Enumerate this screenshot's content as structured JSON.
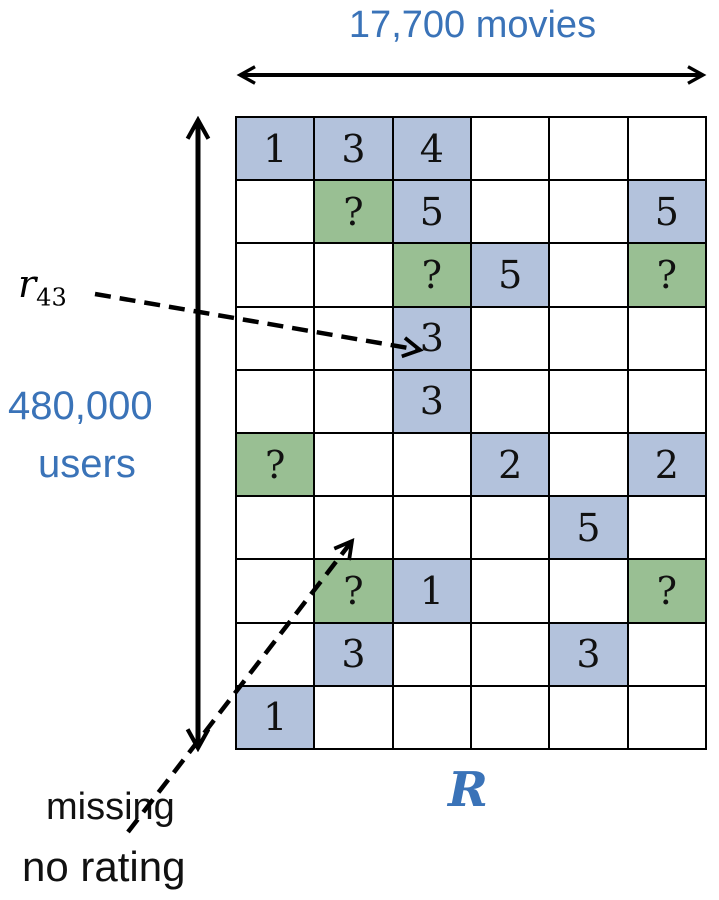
{
  "labels": {
    "columns": "17,700 movies",
    "rows_line1": "480,000",
    "rows_line2": "users",
    "matrix": "R",
    "entry_symbol": "r",
    "entry_subscript": "43",
    "missing_line1": "missing",
    "missing_line2": "no rating"
  },
  "colors": {
    "rated_fill": "#b3c2dc",
    "missing_fill": "#99bf93",
    "empty_fill": "#ffffff",
    "label_blue": "#3a73b8"
  },
  "matrix": {
    "rows": 10,
    "cols": 6,
    "cells": [
      [
        {
          "v": "1",
          "t": "rated"
        },
        {
          "v": "3",
          "t": "rated"
        },
        {
          "v": "4",
          "t": "rated"
        },
        {
          "v": "",
          "t": "empty"
        },
        {
          "v": "",
          "t": "empty"
        },
        {
          "v": "",
          "t": "empty"
        }
      ],
      [
        {
          "v": "",
          "t": "empty"
        },
        {
          "v": "?",
          "t": "missing"
        },
        {
          "v": "5",
          "t": "rated"
        },
        {
          "v": "",
          "t": "empty"
        },
        {
          "v": "",
          "t": "empty"
        },
        {
          "v": "5",
          "t": "rated"
        }
      ],
      [
        {
          "v": "",
          "t": "empty"
        },
        {
          "v": "",
          "t": "empty"
        },
        {
          "v": "?",
          "t": "missing"
        },
        {
          "v": "5",
          "t": "rated"
        },
        {
          "v": "",
          "t": "empty"
        },
        {
          "v": "?",
          "t": "missing"
        }
      ],
      [
        {
          "v": "",
          "t": "empty"
        },
        {
          "v": "",
          "t": "empty"
        },
        {
          "v": "3",
          "t": "rated"
        },
        {
          "v": "",
          "t": "empty"
        },
        {
          "v": "",
          "t": "empty"
        },
        {
          "v": "",
          "t": "empty"
        }
      ],
      [
        {
          "v": "",
          "t": "empty"
        },
        {
          "v": "",
          "t": "empty"
        },
        {
          "v": "3",
          "t": "rated"
        },
        {
          "v": "",
          "t": "empty"
        },
        {
          "v": "",
          "t": "empty"
        },
        {
          "v": "",
          "t": "empty"
        }
      ],
      [
        {
          "v": "?",
          "t": "missing"
        },
        {
          "v": "",
          "t": "empty"
        },
        {
          "v": "",
          "t": "empty"
        },
        {
          "v": "2",
          "t": "rated"
        },
        {
          "v": "",
          "t": "empty"
        },
        {
          "v": "2",
          "t": "rated"
        }
      ],
      [
        {
          "v": "",
          "t": "empty"
        },
        {
          "v": "",
          "t": "empty"
        },
        {
          "v": "",
          "t": "empty"
        },
        {
          "v": "",
          "t": "empty"
        },
        {
          "v": "5",
          "t": "rated"
        },
        {
          "v": "",
          "t": "empty"
        }
      ],
      [
        {
          "v": "",
          "t": "empty"
        },
        {
          "v": "?",
          "t": "missing"
        },
        {
          "v": "1",
          "t": "rated"
        },
        {
          "v": "",
          "t": "empty"
        },
        {
          "v": "",
          "t": "empty"
        },
        {
          "v": "?",
          "t": "missing"
        }
      ],
      [
        {
          "v": "",
          "t": "empty"
        },
        {
          "v": "3",
          "t": "rated"
        },
        {
          "v": "",
          "t": "empty"
        },
        {
          "v": "",
          "t": "empty"
        },
        {
          "v": "3",
          "t": "rated"
        },
        {
          "v": "",
          "t": "empty"
        }
      ],
      [
        {
          "v": "1",
          "t": "rated"
        },
        {
          "v": "",
          "t": "empty"
        },
        {
          "v": "",
          "t": "empty"
        },
        {
          "v": "",
          "t": "empty"
        },
        {
          "v": "",
          "t": "empty"
        },
        {
          "v": "",
          "t": "empty"
        }
      ]
    ]
  }
}
